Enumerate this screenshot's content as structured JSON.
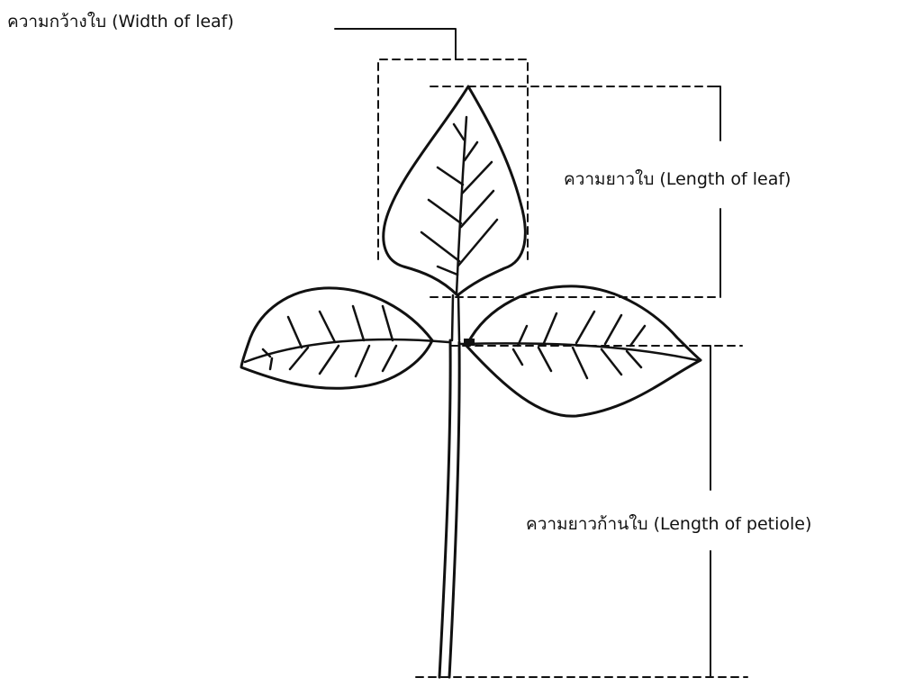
{
  "labels": {
    "leaf_width": "ความกว้างใบ (Width of leaf)",
    "leaf_length": "ความยาวใบ (Length of leaf)",
    "petiole_length": "ความยาวก้านใบ (Length of petiole)"
  },
  "colors": {
    "ink": "#111111",
    "background": "#ffffff"
  }
}
